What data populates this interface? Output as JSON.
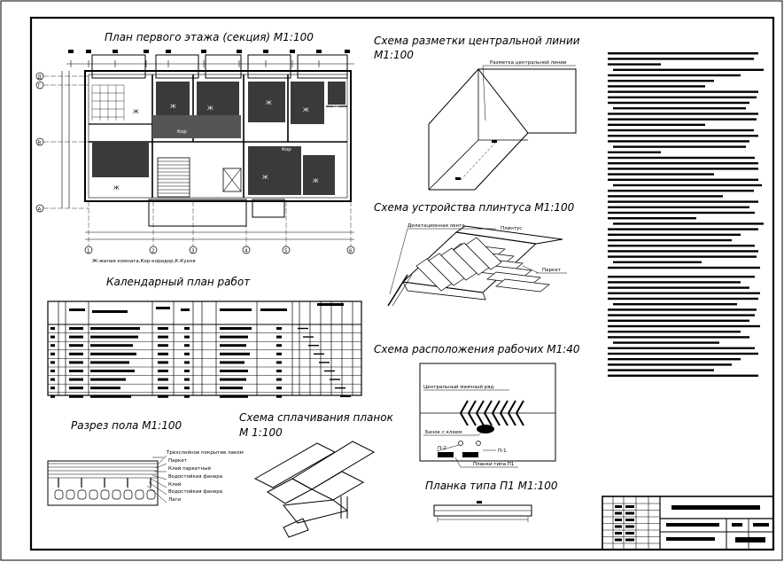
{
  "titles": {
    "floor_plan": "План первого этажа (секция) М1:100",
    "center_line": "Схема разметки центральной линии",
    "center_line_scale": "М1:100",
    "plinth": "Схема устройства плинтуса М1:100",
    "schedule": "Календарный план работ",
    "workplaces": "Схема расположения рабочих М1:40",
    "floor_section": "Разрез пола М1:100",
    "joining": "Схема сплачивания планок",
    "joining_scale": "М 1:100",
    "plank": "Планка типа П1 М1:100"
  },
  "floor_plan": {
    "legend": "Ж-жилая комната,Кор-коридор,К-Кухня",
    "room_labels": [
      "Ж",
      "Ж",
      "Ж",
      "Ж",
      "Ж",
      "Ж",
      "Ж",
      "Ж",
      "Кор",
      "Кор",
      "Кор",
      "Ж"
    ],
    "axis_letters": [
      "Д",
      "Г",
      "В",
      "А"
    ],
    "axis_numbers": [
      "1",
      "2",
      "3",
      "4",
      "5",
      "6"
    ]
  },
  "center_line": {
    "callout": "Разметка центральной линии"
  },
  "plinth": {
    "callouts": [
      "Дилатационная лента",
      "Плинтус",
      "Паркет"
    ]
  },
  "workplaces": {
    "callouts": [
      "Центральный маячный ряд",
      "Бачок с клеем",
      "П-2",
      "П-1",
      "Планки типа П1"
    ]
  },
  "floor_section": {
    "layers": [
      "Трехслойное покрытие лаком",
      "Паркет",
      "Клей паркетный",
      "Водостойкая фанера",
      "Клей",
      "Водостойкая фанера",
      "Лаги"
    ]
  }
}
